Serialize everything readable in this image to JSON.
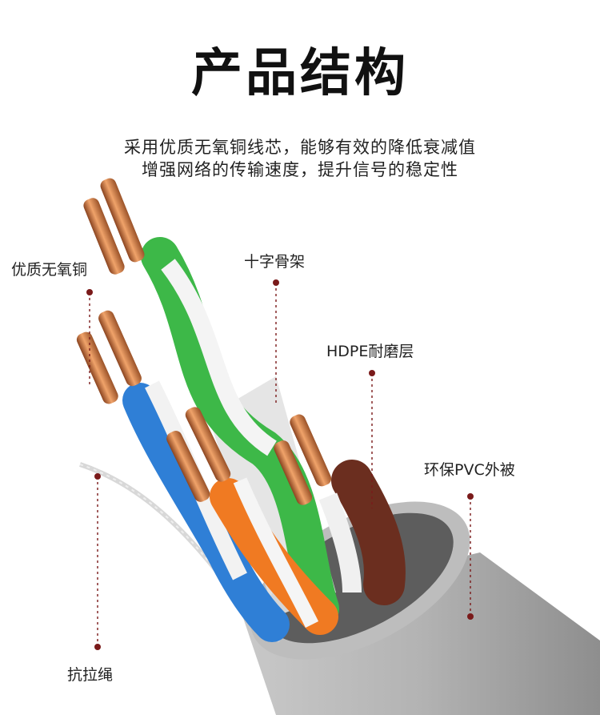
{
  "title": "产品结构",
  "description": [
    "采用优质无氧铜线芯，能够有效的降低衰减值",
    "增强网络的传输速度，提升信号的稳定性"
  ],
  "labels": {
    "copper": "优质无氧铜",
    "cross": "十字骨架",
    "hdpe": "HDPE耐磨层",
    "pvc": "环保PVC外被",
    "rope": "抗拉绳"
  },
  "colors": {
    "copper": "#c8743c",
    "jacket": "#a9a9a9",
    "green": "#3db848",
    "blue": "#2f7fd6",
    "orange": "#f07a22",
    "brown": "#6b2e1f",
    "leader": "#7a1a1a"
  }
}
